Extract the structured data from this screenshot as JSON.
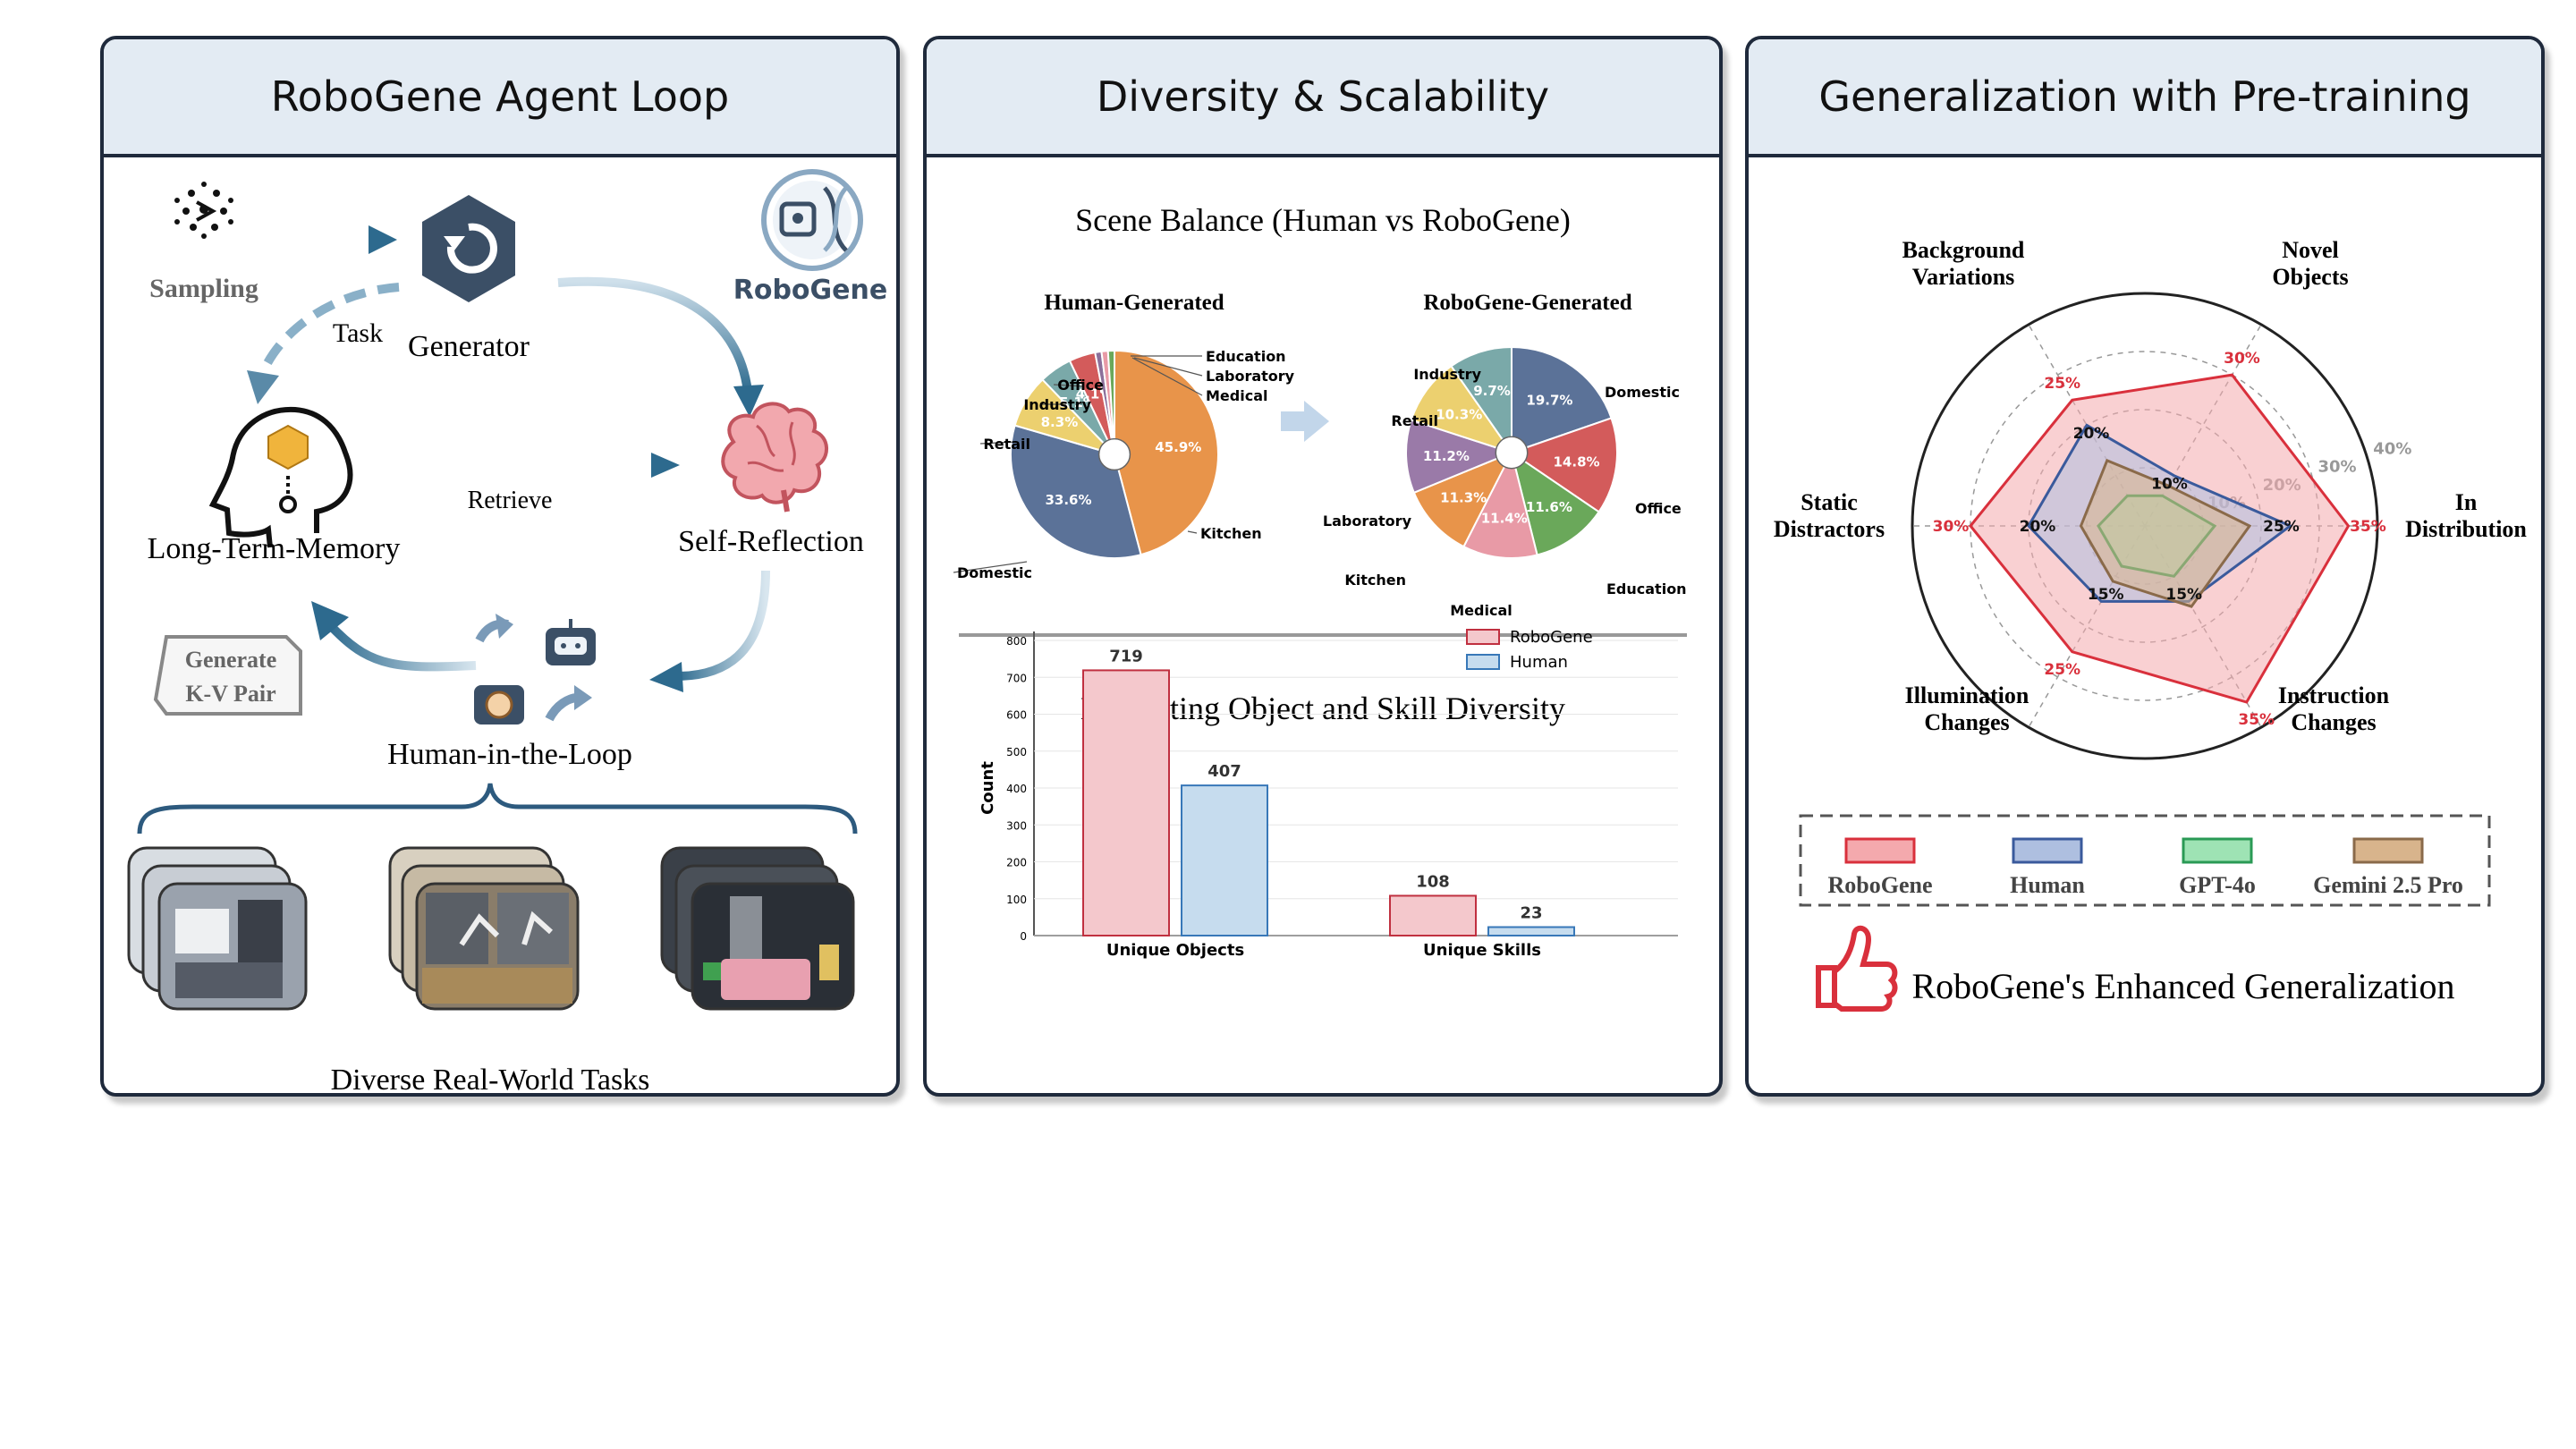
{
  "panel1": {
    "title": "RoboGene Agent Loop",
    "sampling": "Sampling",
    "task": "Task",
    "generator": "Generator",
    "robogene_logo": "RoboGene",
    "retrieve": "Retrieve",
    "long_term_memory": "Long-Term-Memory",
    "self_reflection": "Self-Reflection",
    "generate_kv_line1": "Generate",
    "generate_kv_line2": "K-V Pair",
    "human_in_loop": "Human-in-the-Loop",
    "caption": "Diverse Real-World Tasks"
  },
  "panel2": {
    "title": "Diversity & Scalability",
    "pie_section_title": "Scene Balance (Human vs RoboGene)",
    "bar_section_title": "Evaluating Object and Skill Diversity"
  },
  "panel3": {
    "title": "Generalization with Pre-training",
    "caption": "RoboGene's Enhanced Generalization"
  },
  "chart_data": [
    {
      "type": "pie",
      "title": "Human-Generated",
      "categories": [
        "Kitchen",
        "Domestic",
        "Retail",
        "Industry",
        "Office",
        "Laboratory",
        "Medical",
        "Education"
      ],
      "values": [
        45.9,
        33.6,
        8.3,
        5.1,
        4.1,
        1.0,
        1.0,
        1.0
      ],
      "value_labels": [
        "45.9%",
        "33.6%",
        "8.3%",
        "5.1%",
        "4.1%",
        "",
        "",
        ""
      ],
      "colors": [
        "#e8944a",
        "#5b7298",
        "#ecd06f",
        "#7aa9a9",
        "#d35b5b",
        "#8b6f9a",
        "#e89aa6",
        "#6aa85a"
      ]
    },
    {
      "type": "pie",
      "title": "RoboGene-Generated",
      "categories": [
        "Domestic",
        "Office",
        "Education",
        "Medical",
        "Kitchen",
        "Laboratory",
        "Retail",
        "Industry"
      ],
      "values": [
        19.7,
        14.8,
        11.6,
        11.4,
        11.3,
        11.2,
        10.3,
        9.7
      ],
      "value_labels": [
        "19.7%",
        "14.8%",
        "11.6%",
        "11.4%",
        "11.3%",
        "11.2%",
        "10.3%",
        "9.7%"
      ],
      "colors": [
        "#5b7298",
        "#d35b5b",
        "#6aa85a",
        "#e89aa6",
        "#e8944a",
        "#9a7aa8",
        "#ecd06f",
        "#7aa9a9"
      ]
    },
    {
      "type": "bar",
      "categories": [
        "Unique Objects",
        "Unique Skills"
      ],
      "series": [
        {
          "name": "RoboGene",
          "values": [
            719,
            108
          ],
          "color": "#f4c8cc",
          "stroke": "#c03040"
        },
        {
          "name": "Human",
          "values": [
            407,
            23
          ],
          "color": "#c6dcee",
          "stroke": "#3878b8"
        }
      ],
      "ylabel": "Count",
      "ylim": [
        0,
        800
      ],
      "yticks": [
        "0",
        "100",
        "200",
        "300",
        "400",
        "500",
        "600",
        "700",
        "800"
      ]
    },
    {
      "type": "radar",
      "axes": [
        "In Distribution",
        "Novel Objects",
        "Background Variations",
        "Static Distractors",
        "Illumination Changes",
        "Instruction Changes"
      ],
      "axis_labels": [
        [
          "In",
          "Distribution"
        ],
        [
          "Novel",
          "Objects"
        ],
        [
          "Background",
          "Variations"
        ],
        [
          "Static",
          "Distractors"
        ],
        [
          "Illumination",
          "Changes"
        ],
        [
          "Instruction",
          "Changes"
        ]
      ],
      "ring_labels": [
        "10%",
        "20%",
        "30%",
        "40%"
      ],
      "series": [
        {
          "name": "RoboGene",
          "values": [
            35,
            30,
            25,
            30,
            25,
            35
          ],
          "color": "#d9303c",
          "fill": "#f4a9ad"
        },
        {
          "name": "Human",
          "values": [
            25,
            10,
            20,
            20,
            15,
            15
          ],
          "color": "#3a5a9c",
          "fill": "#aebfe0"
        },
        {
          "name": "GPT-4o",
          "values": [
            12,
            6,
            6,
            8,
            8,
            10
          ],
          "color": "#2a9a55",
          "fill": "#9ee3b4"
        },
        {
          "name": "Gemini 2.5 Pro",
          "values": [
            18,
            8,
            13,
            11,
            11,
            16
          ],
          "color": "#8a6a4a",
          "fill": "#d8b48c"
        }
      ],
      "point_labels": [
        {
          "series": 0,
          "axis": 0,
          "text": "35%"
        },
        {
          "series": 0,
          "axis": 1,
          "text": "30%"
        },
        {
          "series": 0,
          "axis": 2,
          "text": "25%"
        },
        {
          "series": 0,
          "axis": 3,
          "text": "30%"
        },
        {
          "series": 0,
          "axis": 4,
          "text": "25%"
        },
        {
          "series": 0,
          "axis": 5,
          "text": "35%"
        },
        {
          "series": 1,
          "axis": 0,
          "text": "25%"
        },
        {
          "series": 1,
          "axis": 1,
          "text": "10%"
        },
        {
          "series": 1,
          "axis": 2,
          "text": "20%"
        },
        {
          "series": 1,
          "axis": 3,
          "text": "20%"
        },
        {
          "series": 1,
          "axis": 4,
          "text": "15%"
        },
        {
          "series": 1,
          "axis": 5,
          "text": "15%"
        }
      ]
    }
  ]
}
